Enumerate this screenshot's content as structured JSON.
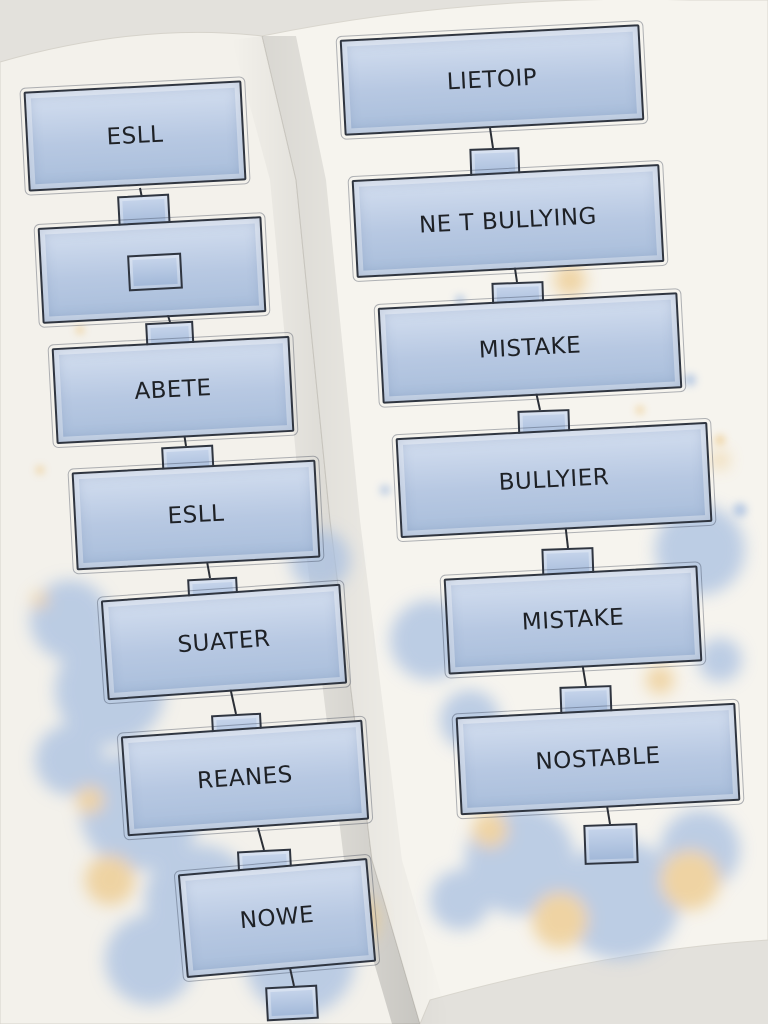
{
  "left_page": {
    "labels": [
      "ESLL",
      "",
      "ABETE",
      "ESLL",
      "SUATER",
      "REANES",
      "NOWE"
    ]
  },
  "right_page": {
    "labels": [
      "LIETOIP",
      "NE T BULLYING",
      "MISTAKE",
      "BULLYIER",
      "MISTAKE",
      "NOSTABLE"
    ]
  },
  "colors": {
    "paper": "#f4f2ec",
    "box_fill": "#b7c8e2",
    "ink": "#1e2126",
    "blue_splotch": "#a6bfe0",
    "yellow_splotch": "#edc98a"
  }
}
